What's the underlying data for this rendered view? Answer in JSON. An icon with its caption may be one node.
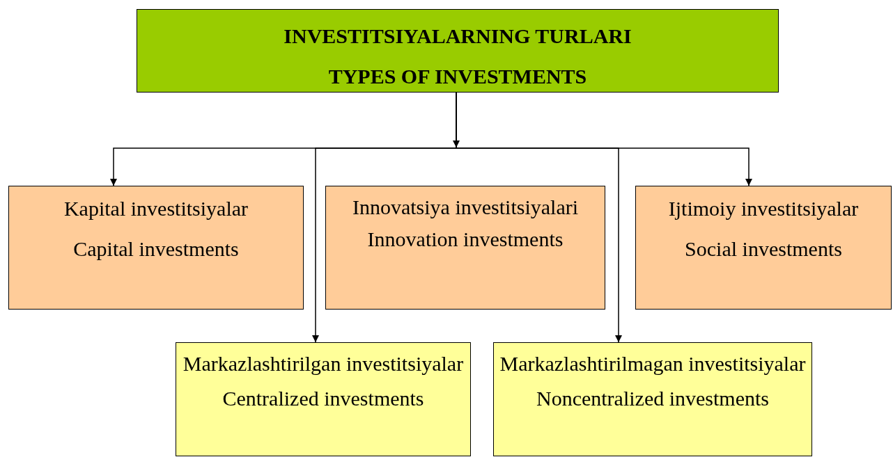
{
  "diagram": {
    "nodes": [
      {
        "text": [
          "INVESTITSIYALARNING TURLARI",
          "TYPES OF INVESTMENTS"
        ]
      },
      {
        "text": [
          "Kapital investitsiyalar",
          "Capital investments"
        ]
      },
      {
        "text": [
          "Innovatsiya investitsiyalari",
          "Innovation investments"
        ]
      },
      {
        "text": [
          "Ijtimoiy investitsiyalar",
          "Social investments"
        ]
      },
      {
        "text": [
          "Markazlashtirilgan investitsiyalar",
          "Centralized investments"
        ]
      },
      {
        "text": [
          "Markazlashtirilmagan investitsiyalar",
          "Noncentralized investments"
        ]
      }
    ],
    "edges": [
      {
        "from": 0,
        "to": 1,
        "arrow": "to"
      },
      {
        "from": 0,
        "to": 4,
        "arrow": "to"
      },
      {
        "from": 0,
        "to": 5,
        "arrow": "to"
      },
      {
        "from": 0,
        "to": 3,
        "arrow": "to"
      }
    ]
  }
}
